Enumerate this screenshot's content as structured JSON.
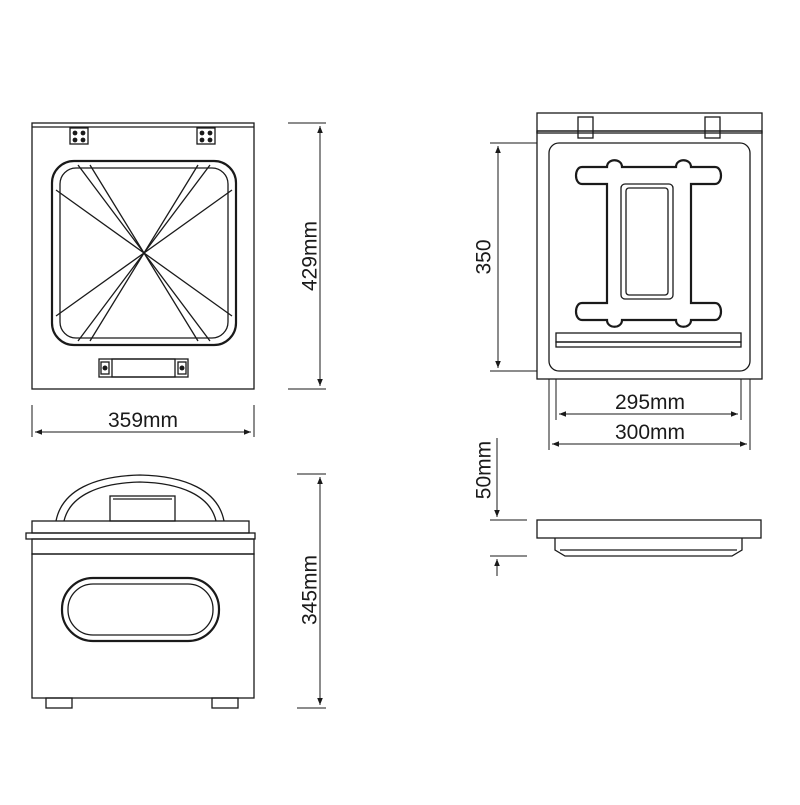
{
  "dimensions": {
    "top_depth": "429mm",
    "top_width": "359mm",
    "front_height": "345mm",
    "plate_depth": "350",
    "plate_inner_width": "295mm",
    "plate_outer_width": "300mm",
    "plate_height": "50mm"
  },
  "colors": {
    "line": "#1a1a1a",
    "background": "#ffffff"
  }
}
